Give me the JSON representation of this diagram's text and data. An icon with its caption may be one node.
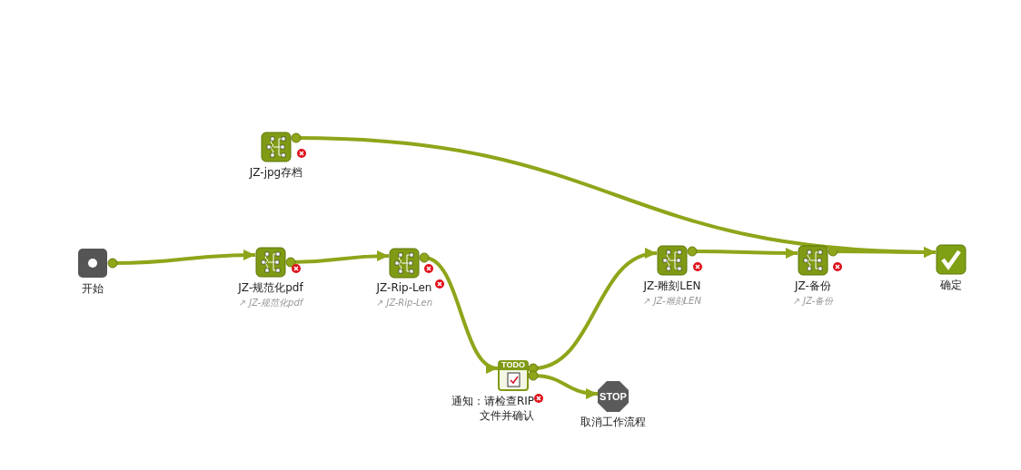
{
  "diagram": {
    "nodes": [
      {
        "text": [
          "开始"
        ]
      },
      {
        "text": [
          "JZ-规范化pdf"
        ],
        "beside": [
          "↗ JZ-规范化pdf"
        ]
      },
      {
        "text": [
          "JZ-Rip-Len"
        ],
        "beside": [
          "↗ JZ-Rip-Len"
        ]
      },
      {
        "text": [
          "JZ-jpg存档"
        ]
      },
      {
        "text": [
          "TODO",
          "通知：请检查RIP文件并确认"
        ]
      },
      {
        "text": [
          "STOP",
          "取消工作流程"
        ]
      },
      {
        "text": [
          "JZ-雕刻LEN"
        ],
        "beside": [
          "↗ JZ-雕刻LEN"
        ]
      },
      {
        "text": [
          "JZ-备份"
        ],
        "beside": [
          "↗ JZ-备份"
        ]
      },
      {
        "text": [
          "确定"
        ]
      }
    ],
    "edges": [
      {
        "from": 0,
        "to": 1,
        "arrow": "to"
      },
      {
        "from": 1,
        "to": 2,
        "arrow": "to"
      },
      {
        "from": 2,
        "to": 4,
        "arrow": "to"
      },
      {
        "from": 4,
        "to": 6,
        "arrow": "to"
      },
      {
        "from": 4,
        "to": 5,
        "arrow": "to"
      },
      {
        "from": 6,
        "to": 7,
        "arrow": "to"
      },
      {
        "from": 7,
        "to": 8,
        "arrow": "to"
      },
      {
        "from": 3,
        "to": 8,
        "arrow": "to"
      }
    ]
  }
}
